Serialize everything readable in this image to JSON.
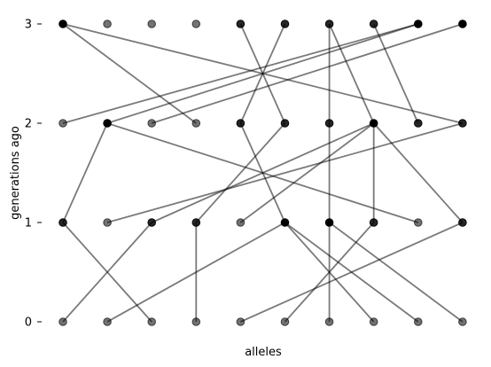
{
  "chart_data": {
    "type": "scatter",
    "xlabel": "alleles",
    "ylabel": "generations ago",
    "xlim": [
      0,
      9
    ],
    "ylim": [
      0,
      3
    ],
    "yticks": [
      0,
      1,
      2,
      3
    ],
    "grid": false,
    "colors": {
      "edge": "#000000",
      "node": "#000000"
    },
    "generations": [
      {
        "gen": 3,
        "opacity": [
          1,
          0.55,
          0.55,
          0.55,
          0.85,
          0.85,
          0.85,
          0.85,
          1,
          1
        ]
      },
      {
        "gen": 2,
        "opacity": [
          0.55,
          1,
          0.55,
          0.55,
          0.85,
          0.85,
          0.85,
          1,
          0.85,
          0.85
        ]
      },
      {
        "gen": 1,
        "opacity": [
          0.85,
          0.55,
          0.85,
          0.85,
          0.55,
          1,
          1,
          0.85,
          0.55,
          0.85
        ]
      },
      {
        "gen": 0,
        "opacity": [
          0.55,
          0.55,
          0.55,
          0.55,
          0.55,
          0.55,
          0.55,
          0.55,
          0.55,
          0.55
        ]
      }
    ],
    "parent_edges": [
      {
        "gen": 2,
        "parents": [
          8,
          8,
          9,
          0,
          5,
          4,
          6,
          6,
          7,
          0
        ]
      },
      {
        "gen": 1,
        "parents": [
          1,
          9,
          7,
          5,
          7,
          4,
          6,
          7,
          1,
          7
        ]
      },
      {
        "gen": 0,
        "parents": [
          2,
          5,
          0,
          3,
          9,
          7,
          6,
          5,
          5,
          6
        ]
      }
    ]
  }
}
